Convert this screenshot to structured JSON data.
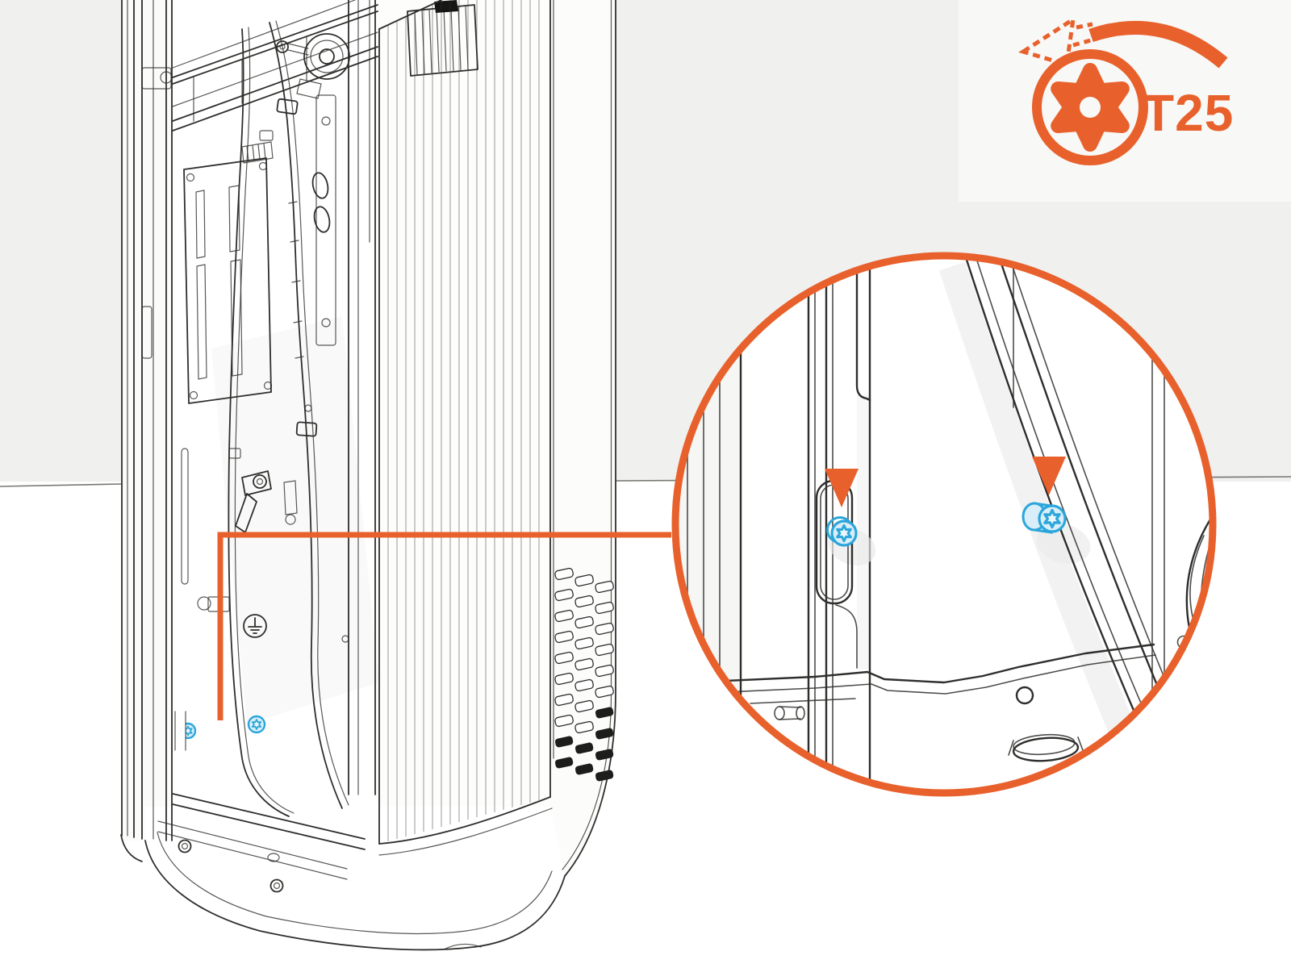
{
  "colors": {
    "accent_orange": "#E8612C",
    "screw_blue": "#2BA6DB",
    "screw_fill_blue": "#D9EEF8",
    "wall_band_gray": "#F0F0EF",
    "tool_card_gray": "#F8F8F6",
    "line_dark": "#2E2E2C",
    "shadow_gray": "#EAEAE9"
  },
  "tool_badge": {
    "label": "T25",
    "icon": "torx-star-icon",
    "rotation_icon": "ccw-rotation-arrow-icon",
    "rotation_direction": "counterclockwise"
  },
  "callout": {
    "type": "magnifier-circle",
    "screw_marker_count": 2
  },
  "appliance": {
    "screw_marker_count": 2
  }
}
